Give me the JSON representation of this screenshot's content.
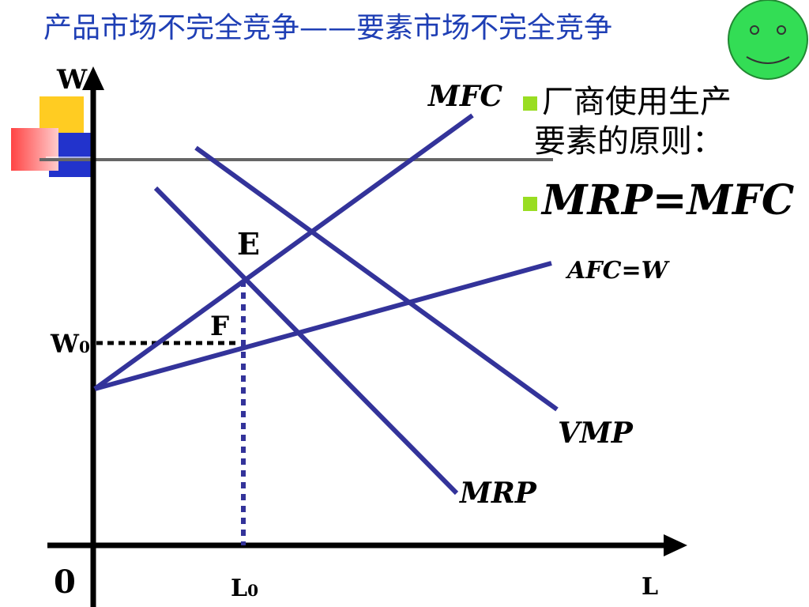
{
  "title": "产品市场不完全竞争——要素市场不完全竞争",
  "bullets": [
    {
      "line1": "厂商使用生产",
      "line2": "要素的原则："
    },
    {
      "text": "MRP=MFC"
    }
  ],
  "labels": {
    "w_axis": "W",
    "l_axis": "L",
    "origin": "0",
    "w0_main": "W",
    "w0_sub": "0",
    "l0_main": "L",
    "l0_sub": "0",
    "point_e": "E",
    "point_f": "F",
    "mfc": "MFC",
    "afc": "AFC=W",
    "vmp": "VMP",
    "mrp": "MRP"
  },
  "colors": {
    "title": "#1f3fb5",
    "curve": "#33339a",
    "axis": "#000000",
    "smiley": "#33dd55",
    "bullet": "#99dd22"
  },
  "icons": {
    "smiley": "smiley-face-icon"
  }
}
